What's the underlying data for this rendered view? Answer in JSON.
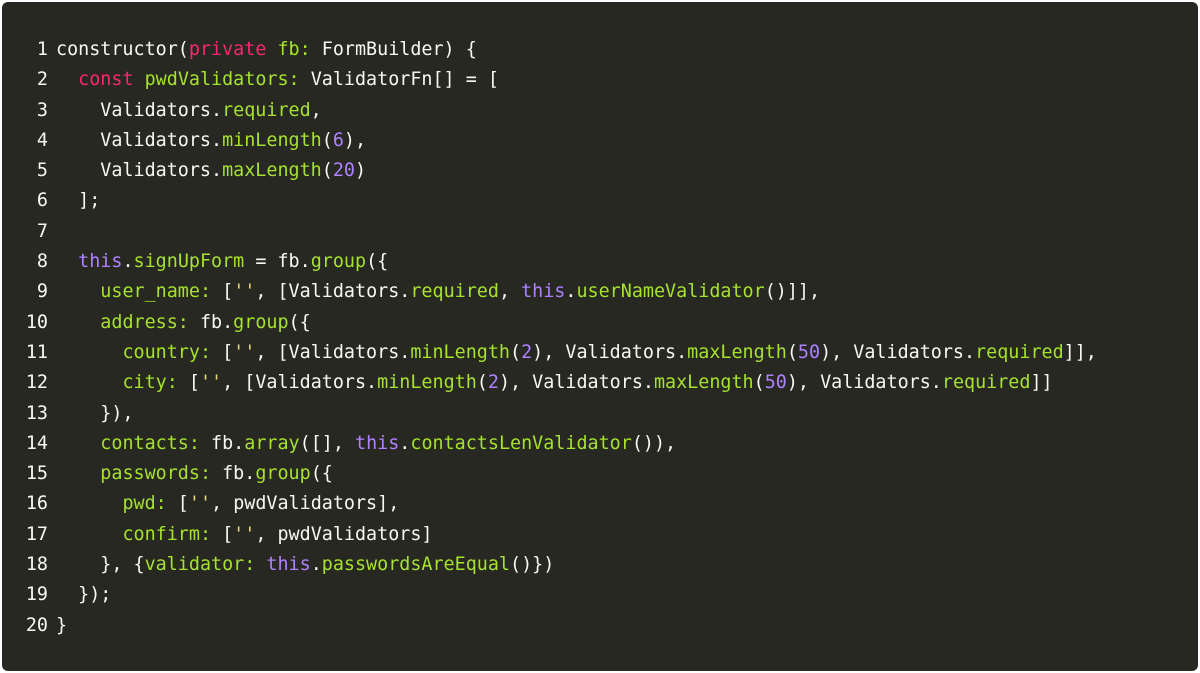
{
  "editor": {
    "theme_colors": {
      "background": "#272822",
      "text": "#f8f8f2",
      "keyword": "#f92672",
      "property": "#a6e22e",
      "number": "#ae81ff",
      "string": "#e6db74"
    },
    "lines": [
      {
        "n": "1",
        "tokens": [
          [
            "p",
            "constructor("
          ],
          [
            "kw",
            "private"
          ],
          [
            "p",
            " "
          ],
          [
            "prop",
            "fb:"
          ],
          [
            "p",
            " FormBuilder) {"
          ]
        ]
      },
      {
        "n": "2",
        "tokens": [
          [
            "p",
            "  "
          ],
          [
            "kw",
            "const"
          ],
          [
            "p",
            " "
          ],
          [
            "prop",
            "pwdValidators:"
          ],
          [
            "p",
            " ValidatorFn[] = ["
          ]
        ]
      },
      {
        "n": "3",
        "tokens": [
          [
            "p",
            "    Validators."
          ],
          [
            "prop",
            "required"
          ],
          [
            "p",
            ","
          ]
        ]
      },
      {
        "n": "4",
        "tokens": [
          [
            "p",
            "    Validators."
          ],
          [
            "prop",
            "minLength"
          ],
          [
            "p",
            "("
          ],
          [
            "num",
            "6"
          ],
          [
            "p",
            "),"
          ]
        ]
      },
      {
        "n": "5",
        "tokens": [
          [
            "p",
            "    Validators."
          ],
          [
            "prop",
            "maxLength"
          ],
          [
            "p",
            "("
          ],
          [
            "num",
            "20"
          ],
          [
            "p",
            ")"
          ]
        ]
      },
      {
        "n": "6",
        "tokens": [
          [
            "p",
            "  ];"
          ]
        ]
      },
      {
        "n": "7",
        "tokens": [
          [
            "p",
            ""
          ]
        ]
      },
      {
        "n": "8",
        "tokens": [
          [
            "p",
            "  "
          ],
          [
            "this",
            "this"
          ],
          [
            "p",
            "."
          ],
          [
            "prop",
            "signUpForm"
          ],
          [
            "p",
            " = fb."
          ],
          [
            "prop",
            "group"
          ],
          [
            "p",
            "({"
          ]
        ]
      },
      {
        "n": "9",
        "tokens": [
          [
            "p",
            "    "
          ],
          [
            "prop",
            "user_name:"
          ],
          [
            "p",
            " ["
          ],
          [
            "str",
            "''"
          ],
          [
            "p",
            ", [Validators."
          ],
          [
            "prop",
            "required"
          ],
          [
            "p",
            ", "
          ],
          [
            "this",
            "this"
          ],
          [
            "p",
            "."
          ],
          [
            "prop",
            "userNameValidator"
          ],
          [
            "p",
            "()]],"
          ]
        ]
      },
      {
        "n": "10",
        "tokens": [
          [
            "p",
            "    "
          ],
          [
            "prop",
            "address:"
          ],
          [
            "p",
            " fb."
          ],
          [
            "prop",
            "group"
          ],
          [
            "p",
            "({"
          ]
        ]
      },
      {
        "n": "11",
        "tokens": [
          [
            "p",
            "      "
          ],
          [
            "prop",
            "country:"
          ],
          [
            "p",
            " ["
          ],
          [
            "str",
            "''"
          ],
          [
            "p",
            ", [Validators."
          ],
          [
            "prop",
            "minLength"
          ],
          [
            "p",
            "("
          ],
          [
            "num",
            "2"
          ],
          [
            "p",
            "), Validators."
          ],
          [
            "prop",
            "maxLength"
          ],
          [
            "p",
            "("
          ],
          [
            "num",
            "50"
          ],
          [
            "p",
            "), Validators."
          ],
          [
            "prop",
            "required"
          ],
          [
            "p",
            "]],"
          ]
        ]
      },
      {
        "n": "12",
        "tokens": [
          [
            "p",
            "      "
          ],
          [
            "prop",
            "city:"
          ],
          [
            "p",
            " ["
          ],
          [
            "str",
            "''"
          ],
          [
            "p",
            ", [Validators."
          ],
          [
            "prop",
            "minLength"
          ],
          [
            "p",
            "("
          ],
          [
            "num",
            "2"
          ],
          [
            "p",
            "), Validators."
          ],
          [
            "prop",
            "maxLength"
          ],
          [
            "p",
            "("
          ],
          [
            "num",
            "50"
          ],
          [
            "p",
            "), Validators."
          ],
          [
            "prop",
            "required"
          ],
          [
            "p",
            "]]"
          ]
        ]
      },
      {
        "n": "13",
        "tokens": [
          [
            "p",
            "    }),"
          ]
        ]
      },
      {
        "n": "14",
        "tokens": [
          [
            "p",
            "    "
          ],
          [
            "prop",
            "contacts:"
          ],
          [
            "p",
            " fb."
          ],
          [
            "prop",
            "array"
          ],
          [
            "p",
            "([], "
          ],
          [
            "this",
            "this"
          ],
          [
            "p",
            "."
          ],
          [
            "prop",
            "contactsLenValidator"
          ],
          [
            "p",
            "()),"
          ]
        ]
      },
      {
        "n": "15",
        "tokens": [
          [
            "p",
            "    "
          ],
          [
            "prop",
            "passwords:"
          ],
          [
            "p",
            " fb."
          ],
          [
            "prop",
            "group"
          ],
          [
            "p",
            "({"
          ]
        ]
      },
      {
        "n": "16",
        "tokens": [
          [
            "p",
            "      "
          ],
          [
            "prop",
            "pwd:"
          ],
          [
            "p",
            " ["
          ],
          [
            "str",
            "''"
          ],
          [
            "p",
            ", pwdValidators],"
          ]
        ]
      },
      {
        "n": "17",
        "tokens": [
          [
            "p",
            "      "
          ],
          [
            "prop",
            "confirm:"
          ],
          [
            "p",
            " ["
          ],
          [
            "str",
            "''"
          ],
          [
            "p",
            ", pwdValidators]"
          ]
        ]
      },
      {
        "n": "18",
        "tokens": [
          [
            "p",
            "    }, {"
          ],
          [
            "prop",
            "validator:"
          ],
          [
            "p",
            " "
          ],
          [
            "this",
            "this"
          ],
          [
            "p",
            "."
          ],
          [
            "prop",
            "passwordsAreEqual"
          ],
          [
            "p",
            "()})"
          ]
        ]
      },
      {
        "n": "19",
        "tokens": [
          [
            "p",
            "  });"
          ]
        ]
      },
      {
        "n": "20",
        "tokens": [
          [
            "p",
            "}"
          ]
        ]
      }
    ]
  }
}
